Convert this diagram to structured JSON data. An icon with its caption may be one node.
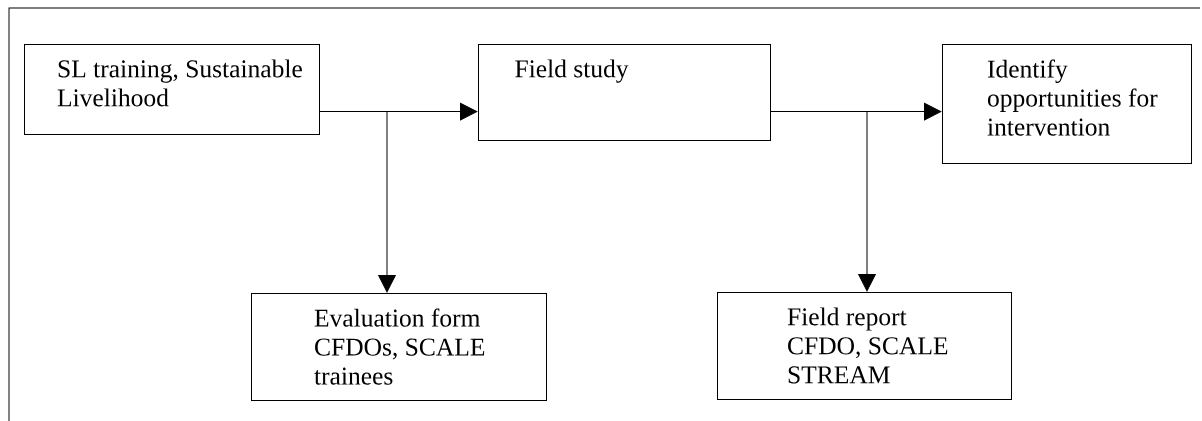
{
  "diagram": {
    "nodes": [
      {
        "text": [
          "SL training, Sustainable Livelihood"
        ]
      },
      {
        "text": [
          "Field study"
        ]
      },
      {
        "text": [
          "Identify opportunities for intervention"
        ]
      },
      {
        "text": [
          "Evaluation form",
          "CFDOs, SCALE trainees"
        ]
      },
      {
        "text": [
          "Field report",
          "CFDO, SCALE STREAM"
        ]
      }
    ],
    "edges": [
      {
        "from": 0,
        "to": 1,
        "arrow": "to"
      },
      {
        "from": 0,
        "to": 3,
        "arrow": "to"
      },
      {
        "from": 1,
        "to": 2,
        "arrow": "to"
      },
      {
        "from": 1,
        "to": 4,
        "arrow": "to"
      }
    ]
  }
}
